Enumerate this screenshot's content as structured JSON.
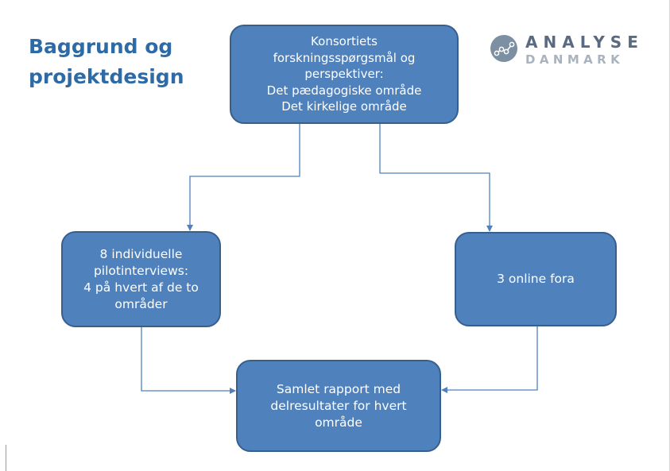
{
  "title": {
    "line1": "Baggrund og",
    "line2": "projektdesign"
  },
  "logo": {
    "line1": "ANALYSE",
    "line2": "DANMARK",
    "icon": "network-nodes-icon"
  },
  "boxes": {
    "top": {
      "lines": [
        "Konsortiets",
        "forskningsspørgsmål og",
        "perspektiver:",
        "Det pædagogiske område",
        "Det kirkelige område"
      ]
    },
    "left": {
      "lines": [
        "8 individuelle",
        "pilotinterviews:",
        "4 på hvert af de to",
        "områder"
      ]
    },
    "right": {
      "lines": [
        "3 online fora"
      ]
    },
    "bottom": {
      "lines": [
        "Samlet rapport med",
        "delresultater for hvert",
        "område"
      ]
    }
  },
  "colors": {
    "box_fill": "#4f81bd",
    "box_border": "#375f8e",
    "connector": "#4f81bd",
    "title": "#2e6aa5"
  }
}
